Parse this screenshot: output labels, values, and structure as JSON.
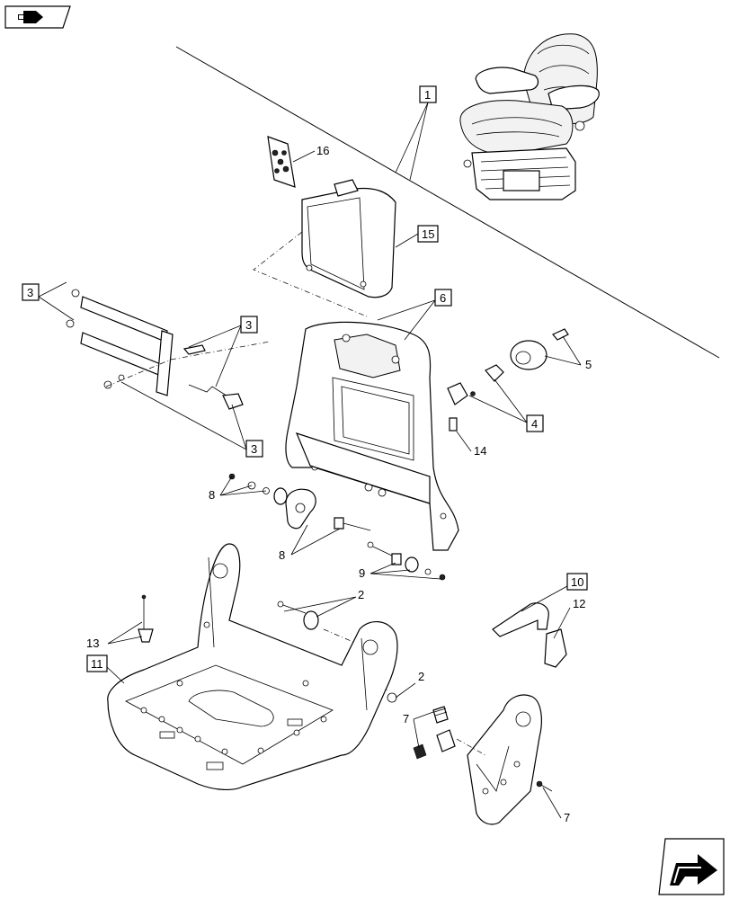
{
  "callouts": {
    "c1": "1",
    "c2a": "2",
    "c2b": "2",
    "c3a": "3",
    "c3b": "3",
    "c3c": "3",
    "c4": "4",
    "c5": "5",
    "c6": "6",
    "c7a": "7",
    "c7b": "7",
    "c8a": "8",
    "c8b": "8",
    "c9": "9",
    "c10": "10",
    "c11": "11",
    "c12": "12",
    "c13": "13",
    "c14": "14",
    "c15": "15",
    "c16": "16"
  },
  "icons": {
    "top_left": "page-navigation-icon",
    "bottom_right": "next-page-arrow-icon"
  }
}
